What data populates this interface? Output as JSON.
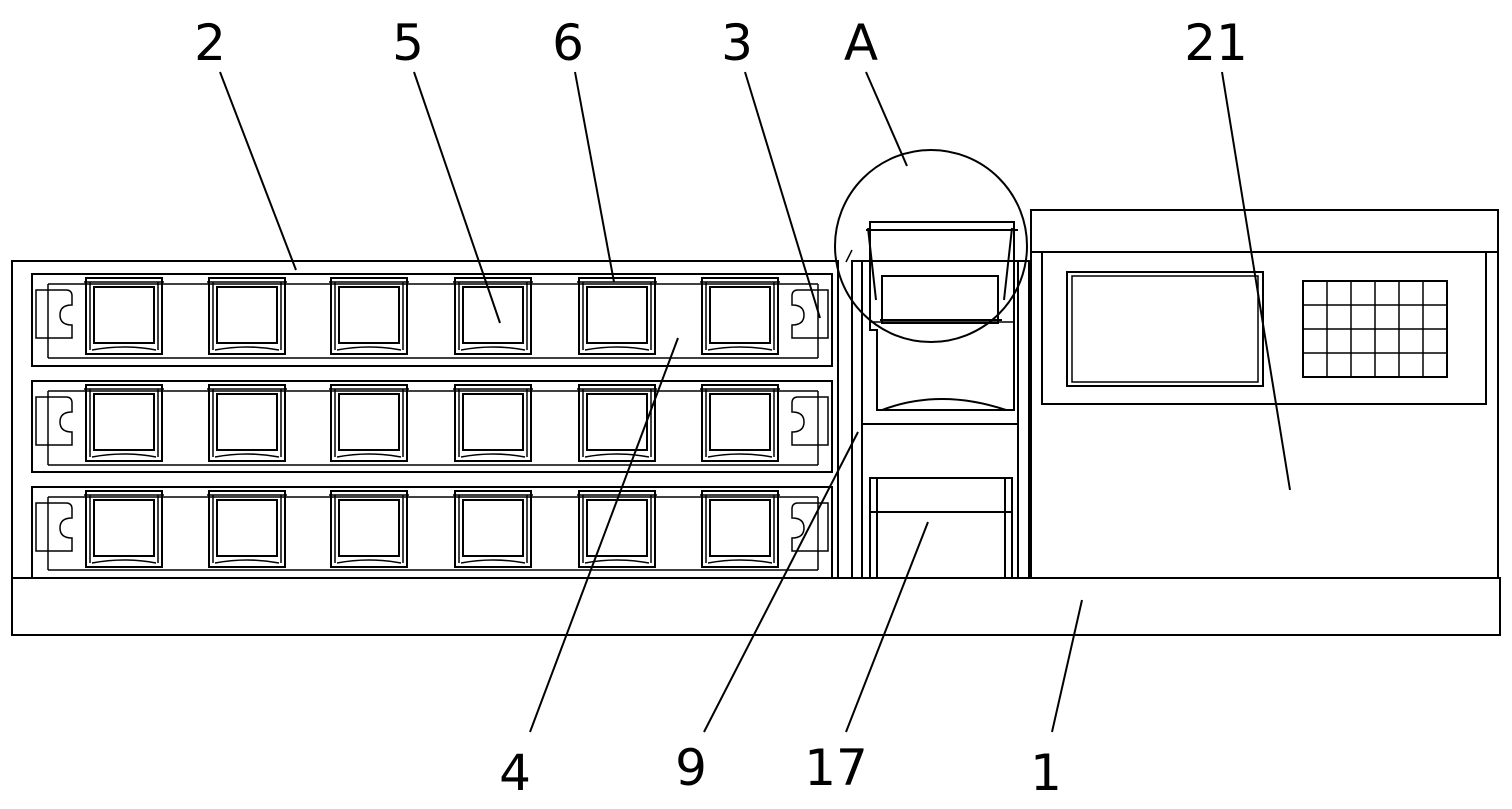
{
  "labels": {
    "part_2": "2",
    "part_5": "5",
    "part_6": "6",
    "part_3": "3",
    "part_A": "A",
    "part_21": "21",
    "part_4": "4",
    "part_9": "9",
    "part_17": "17",
    "part_1": "1"
  },
  "colors": {
    "line": "#000000",
    "background": "#ffffff"
  }
}
